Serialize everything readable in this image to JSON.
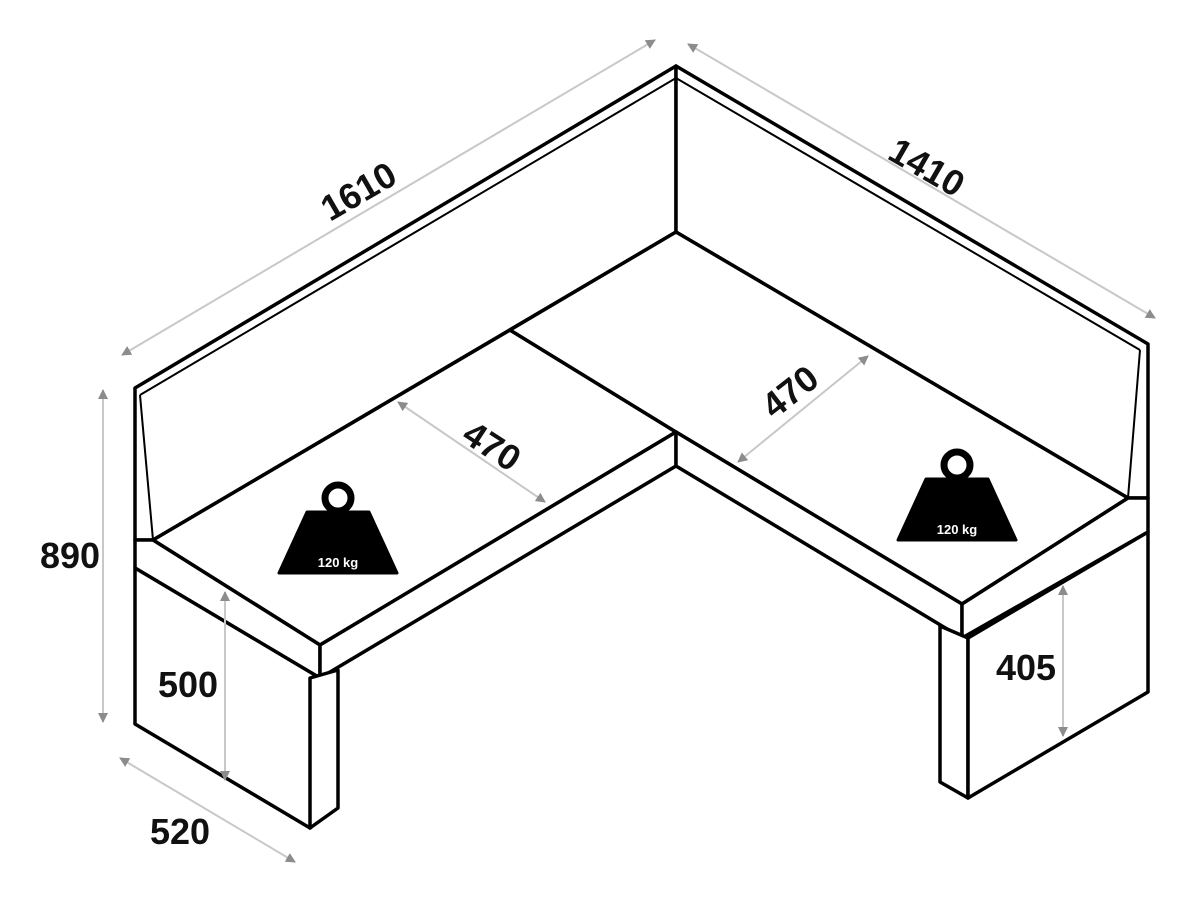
{
  "dimensions": {
    "left_back_length": "1610",
    "right_back_length": "1410",
    "total_height": "890",
    "seat_height": "500",
    "right_seat_height": "405",
    "seat_depth": "520",
    "left_seat_width": "470",
    "right_seat_width": "470"
  },
  "weights": {
    "left_load": "120 kg",
    "right_load": "120 kg"
  },
  "colors": {
    "line": "#000000",
    "dimension_arrow": "#8c8c8c",
    "dimension_line": "#c8c8c8",
    "weight_fill": "#000000"
  },
  "icons": {
    "weight": "weight-icon",
    "arrow": "arrow-head-icon"
  }
}
